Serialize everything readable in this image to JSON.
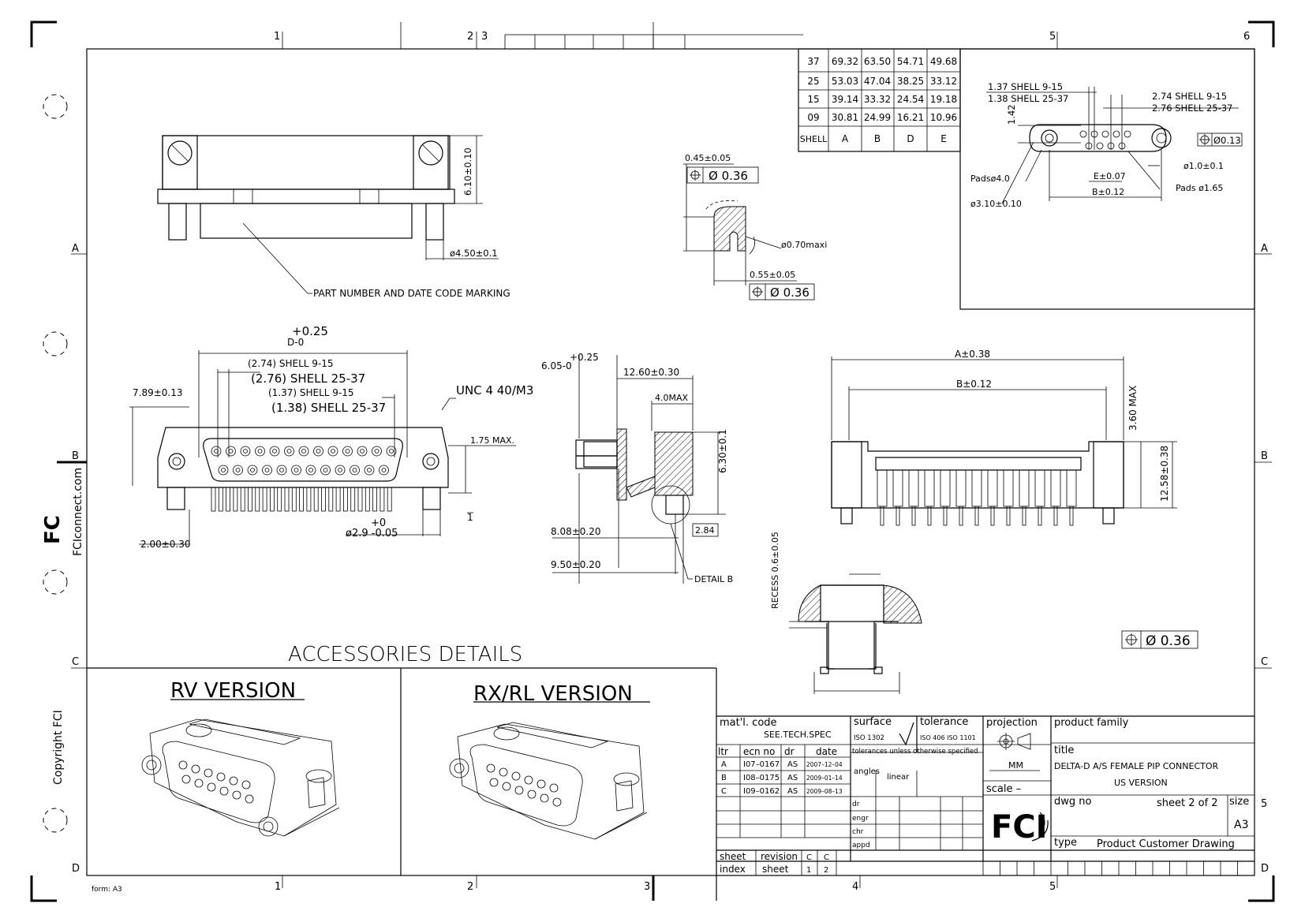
{
  "zone_numbers": {
    "top": [
      "1",
      "2",
      "3",
      "5",
      "6"
    ],
    "bottom": [
      "1",
      "2",
      "3",
      "4",
      "5"
    ],
    "left": [
      "A",
      "B",
      "C",
      "D"
    ],
    "right": [
      "A",
      "B",
      "C",
      "D"
    ],
    "right_extra": "5"
  },
  "side_text": {
    "website": "FCIconnect.com",
    "copyright": "Copyright FCI"
  },
  "form_label": "form: A3",
  "dim_table": {
    "rows": [
      [
        "37",
        "69.32",
        "63.50",
        "54.71",
        "49.68"
      ],
      [
        "25",
        "53.03",
        "47.04",
        "38.25",
        "33.12"
      ],
      [
        "15",
        "39.14",
        "33.32",
        "24.54",
        "19.18"
      ],
      [
        "09",
        "30.81",
        "24.99",
        "16.21",
        "10.96"
      ]
    ],
    "header": [
      "SHELL",
      "A",
      "B",
      "D",
      "E"
    ]
  },
  "top_view": {
    "dim_height": "6.10±0.10",
    "dim_dia": "ø4.50±0.1",
    "marking_note": "PART NUMBER AND DATE CODE MARKING"
  },
  "detail": {
    "tol1": "0.45±0.05",
    "pos1": "Ø 0.36",
    "dia_max": "ø0.70maxi",
    "tol2": "0.55±0.05",
    "pos2": "Ø 0.36"
  },
  "pcb_layout": {
    "s1a": "1.37  SHELL  9-15",
    "s1b": "1.38  SHELL  25-37",
    "s2a": "2.74  SHELL  9-15",
    "s2b": "2.76  SHELL  25-37",
    "v142": "1.42",
    "pos": "Ø0.13",
    "hole": "ø1.0±0.1",
    "pads_big": "Padsø4.0",
    "e": "E±0.07",
    "pads_small": "Pads  ø1.65",
    "b": "B±0.12",
    "mount": "ø3.10±0.10"
  },
  "front_view": {
    "d_tol_top": "+0.25",
    "d_tol": "D-0",
    "s1": "(2.74)  SHELL  9-15",
    "s2": "(2.76)  SHELL  25-37",
    "s3": "(1.37)  SHELL  9-15",
    "s4": "(1.38)  SHELL  25-37",
    "left": "7.89±0.13",
    "unc": "UNC  4  40/M3",
    "max175": "1.75  MAX.",
    "dia_top": "+0",
    "dia": "ø2.9  -0.05",
    "bottom_left": "2.00±0.30"
  },
  "side_view": {
    "tol_top": "+0.25",
    "tol": "6.05-0",
    "w": "12.60±0.30",
    "max4": "4.0MAX",
    "h": "6.30±0.1",
    "d1": "8.08±0.20",
    "box": "2.84",
    "d2": "9.50±0.20",
    "detail": "DETAIL  B"
  },
  "right_view": {
    "a": "A±0.38",
    "b": "B±0.12",
    "h1": "3.60  MAX",
    "h2": "12.58±0.38"
  },
  "recess": {
    "label": "RECESS  0.6±0.05",
    "pos": "Ø  0.36"
  },
  "accessories": {
    "title": "ACCESSORIES  DETAILS",
    "rv": "RV  VERSION",
    "rx": "RX/RL  VERSION"
  },
  "title_block": {
    "matl": "mat'l. code",
    "spec": "SEE.TECH.SPEC",
    "surface": "surface",
    "iso1302": "ISO  1302",
    "tolerance": "tolerance",
    "iso406": "ISO  406  ISO  1101",
    "tol_note": "tolerances  unless  otherwise  specified",
    "angles": "angles",
    "linear": "linear",
    "projection": "projection",
    "mm": "MM",
    "scale": "scale   –",
    "product_family": "product  family",
    "title_lbl": "title",
    "title1": "DELTA-D A/S FEMALE PIP CONNECTOR",
    "title2": "US VERSION",
    "rev_header": [
      "ltr",
      "ecn  no",
      "dr",
      "date"
    ],
    "revs": [
      [
        "A",
        "I07–0167",
        "AS",
        "2007–12–04"
      ],
      [
        "B",
        "I08–0175",
        "AS",
        "2009–01–14"
      ],
      [
        "C",
        "I09–0162",
        "AS",
        "2009–08–13"
      ]
    ],
    "roles": [
      "dr",
      "engr",
      "chr",
      "appd"
    ],
    "dwg_no": "dwg  no",
    "sheet": "sheet  2   of  2",
    "size": "size",
    "size_val": "A3",
    "type": "type",
    "type_val": "Product  Customer     Drawing",
    "sheet_lbl": "sheet",
    "index_lbl": "index",
    "revision_lbl": "revision",
    "sheet2_lbl": "sheet",
    "rev_c1": "C",
    "rev_c2": "C",
    "num1": "1",
    "num2": "2",
    "logo": "FCI"
  }
}
